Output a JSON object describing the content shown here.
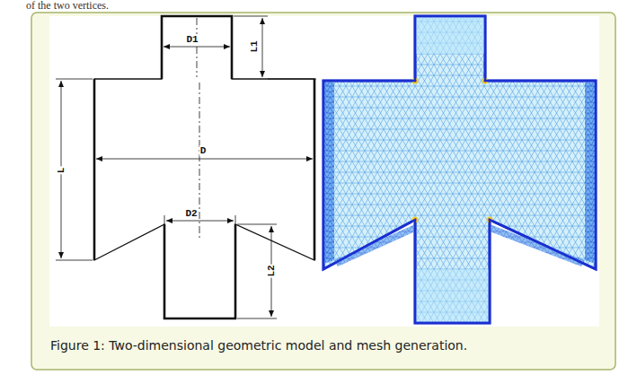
{
  "diagram": {
    "caption": "Figure 1: Two-dimensional geometric model and mesh generation.",
    "labels": [
      "of the two vertices.",
      "D1",
      "L1",
      "D",
      "L",
      "D2",
      "L2"
    ]
  }
}
